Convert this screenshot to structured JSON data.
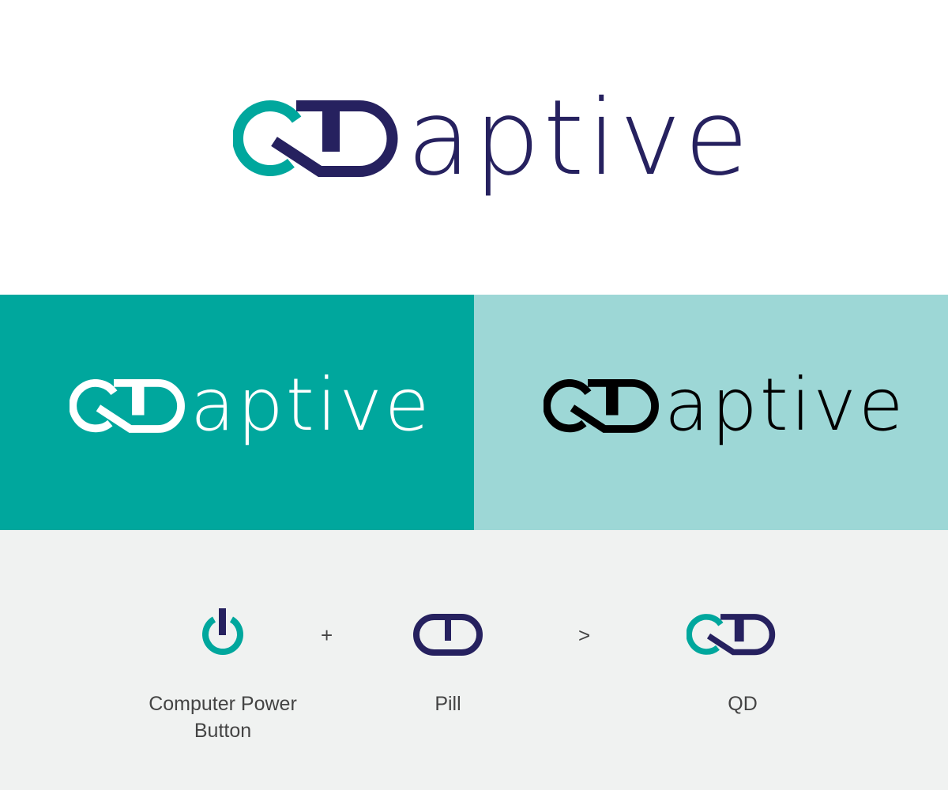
{
  "brand": {
    "mark": "QD",
    "word": "aptive"
  },
  "colors": {
    "teal": "#00a79d",
    "navy": "#26215f",
    "light_teal": "#9dd7d6",
    "white": "#ffffff",
    "black": "#000000",
    "bg_gray": "#f0f2f1"
  },
  "concept": {
    "items": [
      {
        "label": "Computer Power Button",
        "icon": "power-button-icon"
      },
      {
        "label": "Pill",
        "icon": "pill-icon"
      },
      {
        "label": "QD",
        "icon": "qd-mark-icon"
      }
    ],
    "plus": "+",
    "result": ">"
  }
}
